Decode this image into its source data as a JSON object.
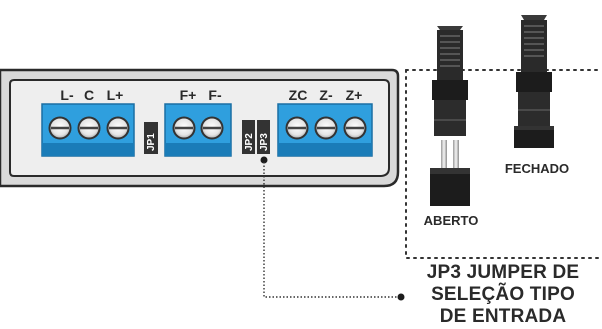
{
  "board": {
    "terminal_labels": {
      "left": [
        "L-",
        "C",
        "L+"
      ],
      "middle": [
        "F+",
        "F-"
      ],
      "right": [
        "ZC",
        "Z-",
        "Z+"
      ]
    },
    "jumper_labels": [
      "JP1",
      "JP2",
      "JP3"
    ]
  },
  "jumpers": {
    "open_label": "ABERTO",
    "closed_label": "FECHADO"
  },
  "caption": {
    "line1": "JP3 JUMPER DE",
    "line2": "SELEÇÃO TIPO",
    "line3": "DE ENTRADA"
  },
  "colors": {
    "terminal_blue": "#2f9fde",
    "terminal_dark": "#1a7cb8",
    "jumper_black": "#1c1c1c",
    "case_gray": "#e9e9e9",
    "text": "#2a2a2a"
  }
}
